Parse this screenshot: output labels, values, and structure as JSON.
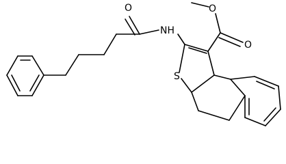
{
  "molecule": {
    "atom_labels": {
      "carbonyl_oxygen_amide": "O",
      "amide_nitrogen": "NH",
      "ester_carbonyl_oxygen": "O",
      "ester_ether_oxygen": "O",
      "thiophene_sulfur": "S"
    }
  }
}
